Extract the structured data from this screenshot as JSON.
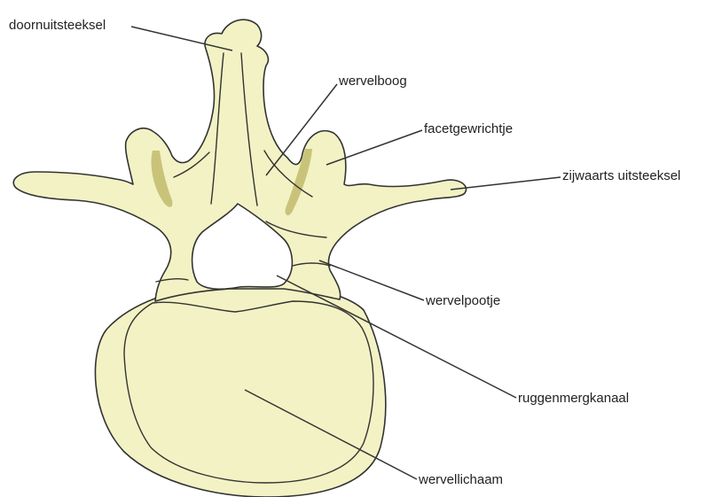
{
  "diagram": {
    "labels": {
      "spinous_process": "doornuitsteeksel",
      "vertebral_arch": "wervelboog",
      "facet_joint": "facetgewrichtje",
      "transverse_process": "zijwaarts uitsteeksel",
      "pedicle": "wervelpootje",
      "spinal_canal": "ruggenmergkanaal",
      "vertebral_body": "wervellichaam"
    },
    "colors": {
      "bone_fill": "#f2f2c4",
      "facet_fill": "#c9c37a",
      "outline": "#333333"
    }
  }
}
